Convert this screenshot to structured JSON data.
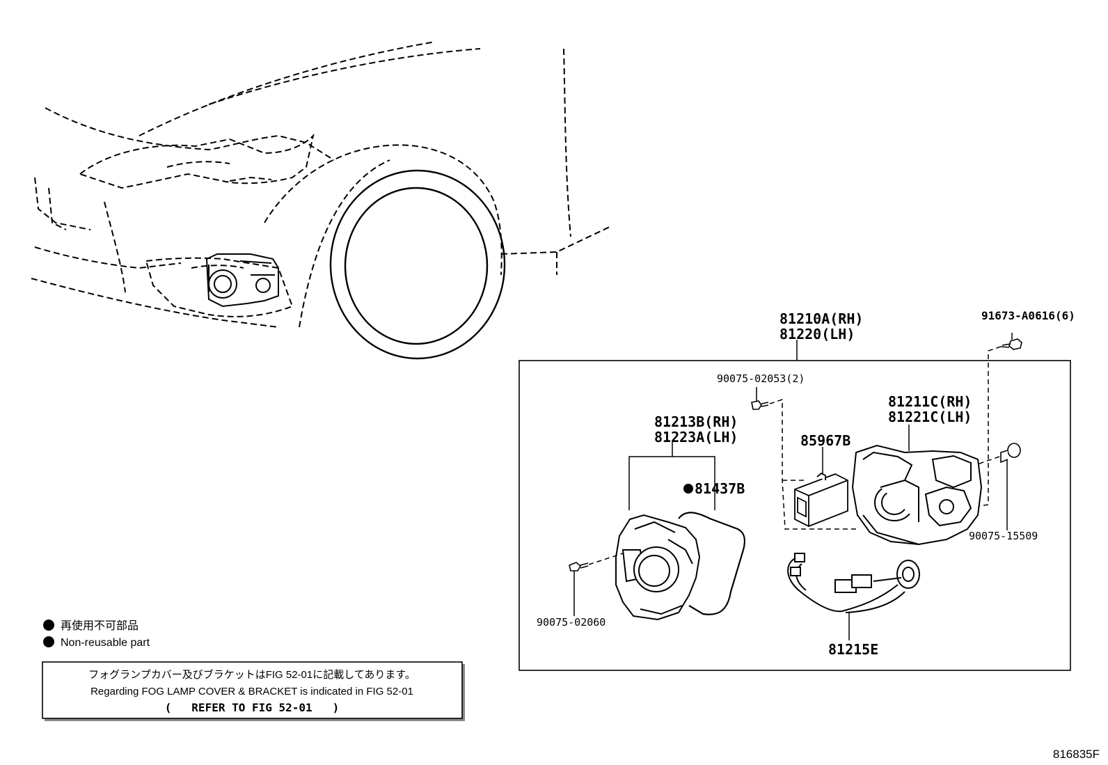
{
  "labels": {
    "assy_rh": "81210A(RH)",
    "assy_lh": "81220(LH)",
    "screw_top": "91673-A0616(6)",
    "screw_2": "90075-02053(2)",
    "unit_rh": "81211C(RH)",
    "unit_lh": "81221C(LH)",
    "cover_rh": "81213B(RH)",
    "cover_lh": "81223A(LH)",
    "ecu": "85967B",
    "gasket": "81437B",
    "cap": "90075-15509",
    "screw_bottom": "90075-02060",
    "wire": "81215E"
  },
  "legend": {
    "jp": "再使用不可部品",
    "en": "Non-reusable part"
  },
  "note": {
    "line1": "フォグランプカバー及びブラケットはFIG 52-01に記載してあります。",
    "line2": "Regarding FOG LAMP COVER & BRACKET is indicated in FIG 52-01",
    "line3": "(   REFER TO FIG 52-01   )"
  },
  "figure_id": "816835F"
}
